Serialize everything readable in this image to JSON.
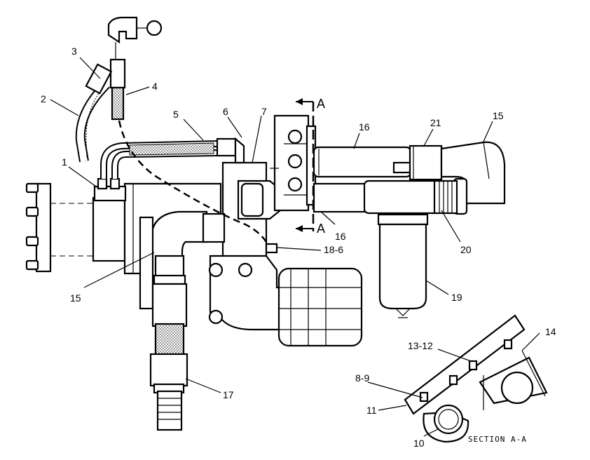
{
  "labels": {
    "l1": "1",
    "l2": "2",
    "l3": "3",
    "l4": "4",
    "l5": "5",
    "l6": "6",
    "l7": "7",
    "l8_9": "8-9",
    "l10": "10",
    "l11": "11",
    "l13_12": "13-12",
    "l14": "14",
    "l15a": "15",
    "l15b": "15",
    "l16a": "16",
    "l16b": "16",
    "l17": "17",
    "l18_6": "18-6",
    "l19": "19",
    "l20": "20",
    "l21": "21",
    "section_a_top": "A",
    "section_a_bottom": "A",
    "section_caption": "SECTION A-A"
  }
}
